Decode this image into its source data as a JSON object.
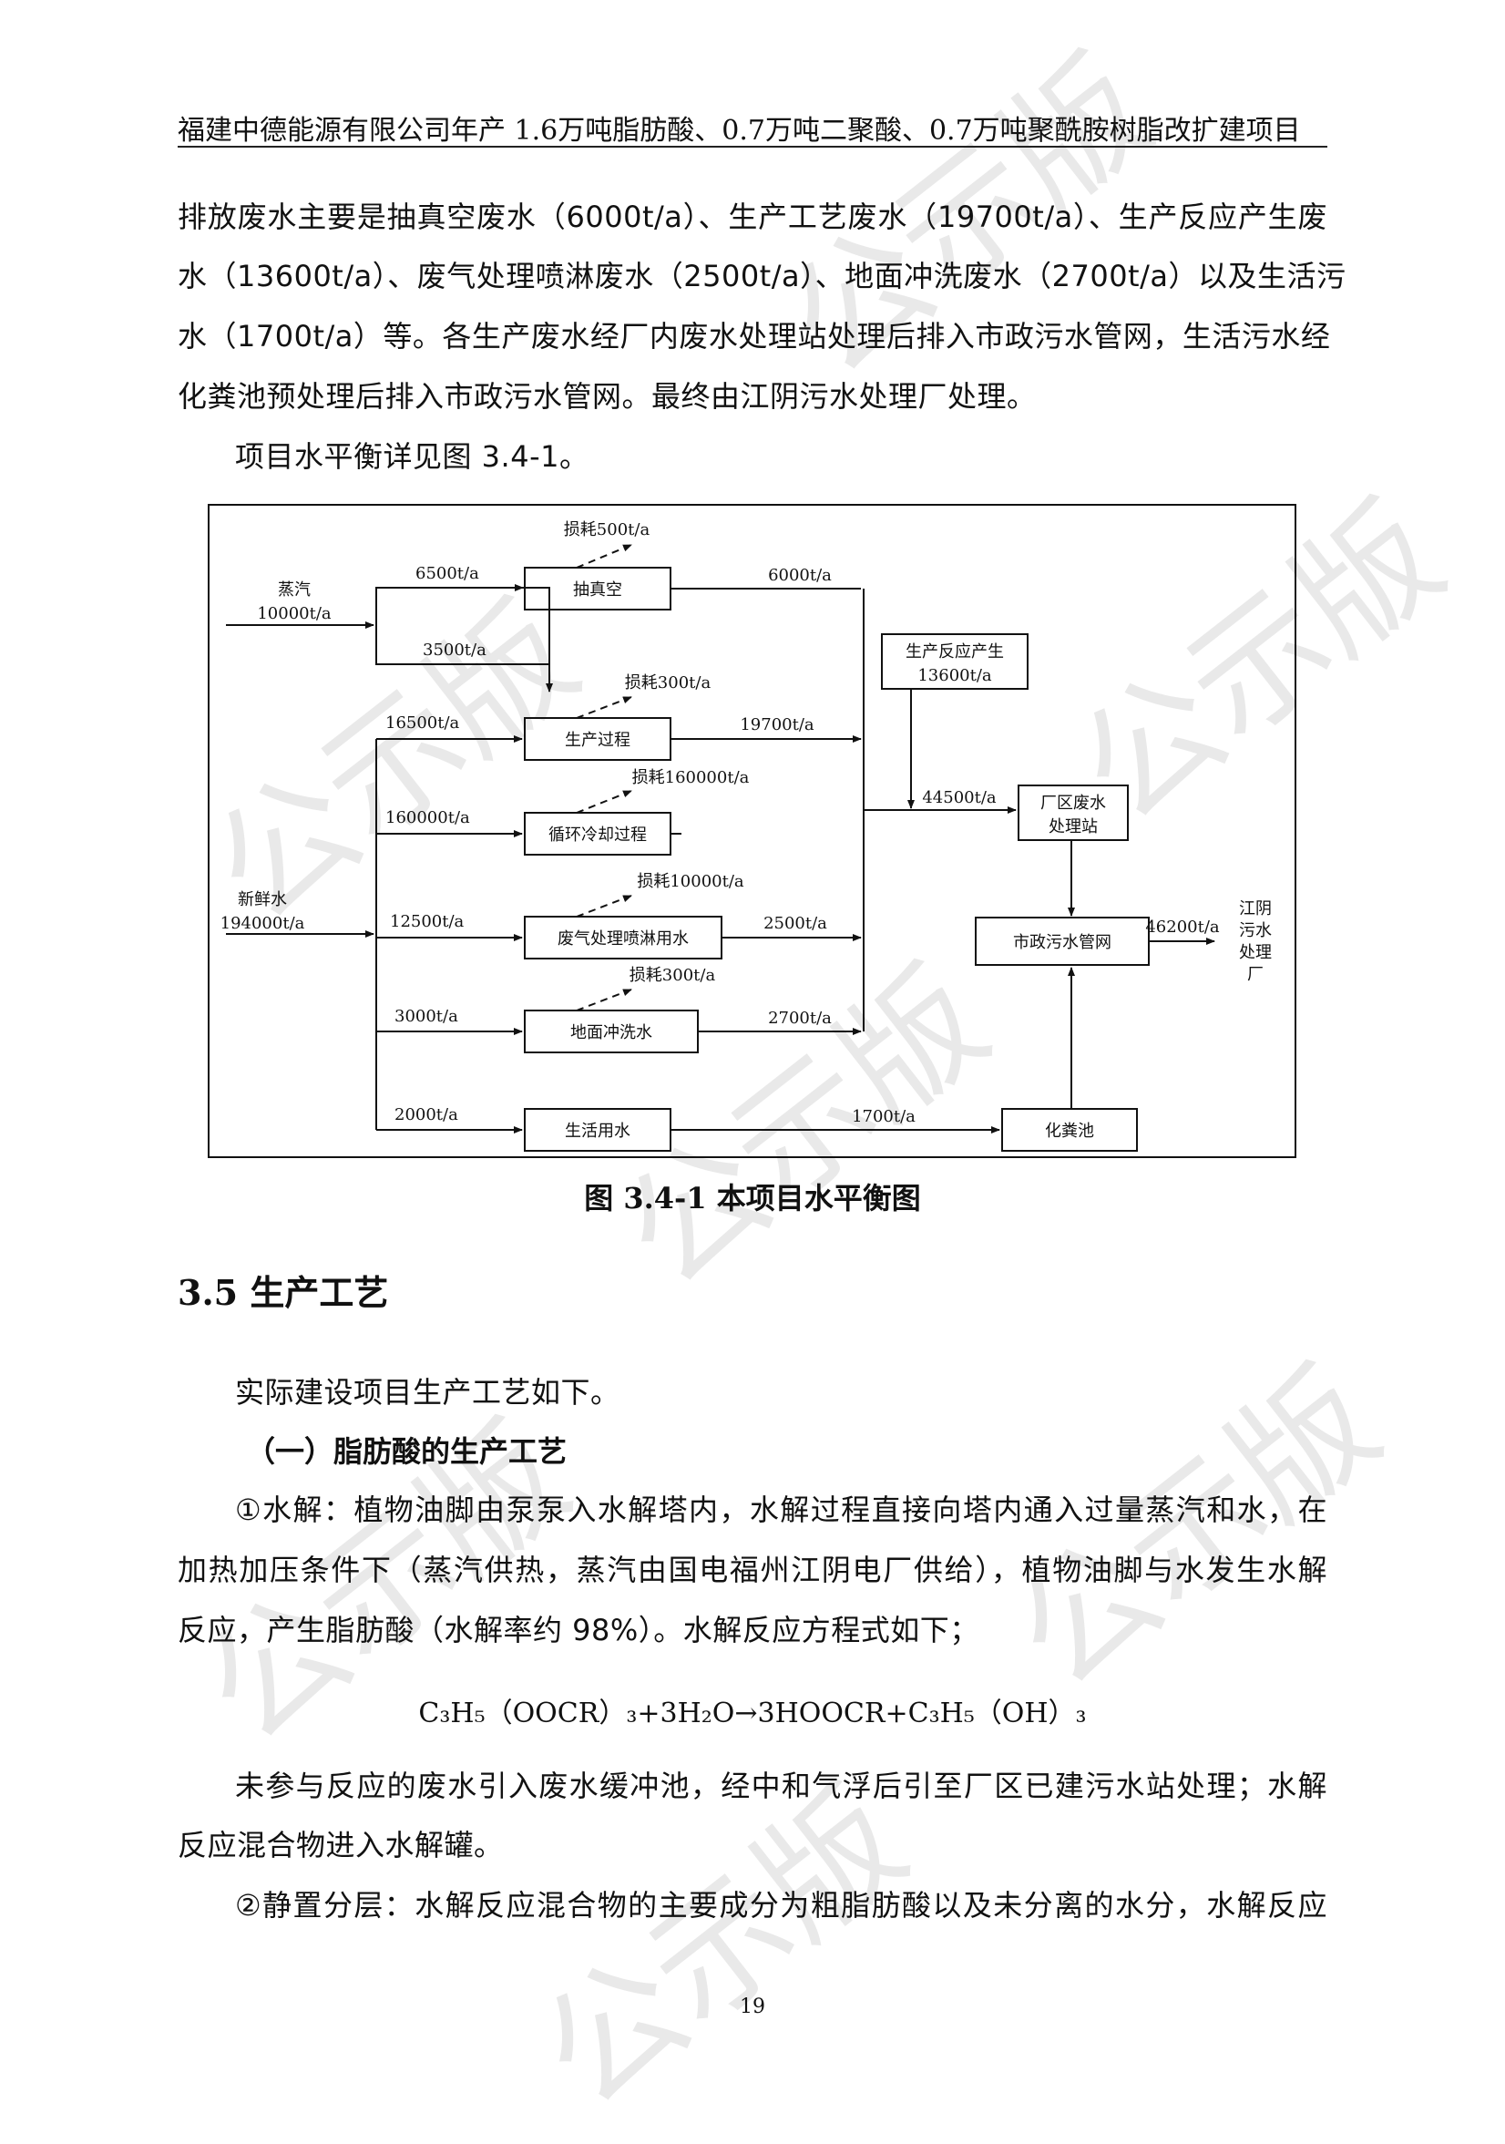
{
  "header": {
    "title": "福建中德能源有限公司年产 1.6万吨脂肪酸、0.7万吨二聚酸、0.7万吨聚酰胺树脂改扩建项目"
  },
  "intro_lines": [
    "排放废水主要是抽真空废水（6000t/a）、生产工艺废水（19700t/a）、生产反应产生废",
    "水（13600t/a）、废气处理喷淋废水（2500t/a）、地面冲洗废水（2700t/a）以及生活污",
    "水（1700t/a）等。各生产废水经厂内废水处理站处理后排入市政污水管网，生活污水经",
    "化粪池预处理后排入市政污水管网。最终由江阴污水处理厂处理。"
  ],
  "ref_line": "项目水平衡详见图 3.4-1。",
  "diagram": {
    "steam_label": "蒸汽",
    "steam_amount": "10000t/a",
    "fresh_label": "新鲜水",
    "fresh_amount": "194000t/a",
    "vacuum_box": "抽真空",
    "process_box": "生产过程",
    "cooling_box": "循环冷却过程",
    "spray_box": "废气处理喷淋用水",
    "floor_box": "地面冲洗水",
    "domestic_box": "生活用水",
    "reaction_box_l1": "生产反应产生",
    "reaction_box_l2": "13600t/a",
    "wwtp_l1": "厂区废水",
    "wwtp_l2": "处理站",
    "sewer_box": "市政污水管网",
    "septic_box": "化粪池",
    "jiangyin_l1": "江阴",
    "jiangyin_l2": "污水",
    "jiangyin_l3": "处理",
    "jiangyin_l4": "厂",
    "to_vacuum": "6500t/a",
    "to_process_steam": "3500t/a",
    "to_process_water": "16500t/a",
    "to_cooling": "160000t/a",
    "to_spray": "12500t/a",
    "to_floor": "3000t/a",
    "to_domestic": "2000t/a",
    "vacuum_out": "6000t/a",
    "process_out": "19700t/a",
    "spray_out": "2500t/a",
    "floor_out": "2700t/a",
    "domestic_out": "1700t/a",
    "to_wwtp": "44500t/a",
    "to_jiangyin": "46200t/a",
    "loss_vacuum": "损耗500t/a",
    "loss_process": "损耗300t/a",
    "loss_cooling": "损耗160000t/a",
    "loss_spray": "损耗10000t/a",
    "loss_floor": "损耗300t/a"
  },
  "figure_caption": "图 3.4-1  本项目水平衡图",
  "section_title": "3.5  生产工艺",
  "section_intro": "实际建设项目生产工艺如下。",
  "subheading": "（一）脂肪酸的生产工艺",
  "para1_lines": [
    "①水解：植物油脚由泵泵入水解塔内，水解过程直接向塔内通入过量蒸汽和水，在",
    "加热加压条件下（蒸汽供热，蒸汽由国电福州江阴电厂供给），植物油脚与水发生水解",
    "反应，产生脂肪酸（水解率约 98%）。水解反应方程式如下；"
  ],
  "equation": "C₃H₅（OOCR）₃+3H₂O→3HOOCR+C₃H₅（OH）₃",
  "para2_lines": [
    "未参与反应的废水引入废水缓冲池，经中和气浮后引至厂区已建污水站处理；水解",
    "反应混合物进入水解罐。"
  ],
  "para3_line": "②静置分层：水解反应混合物的主要成分为粗脂肪酸以及未分离的水分，水解反应",
  "page_number": "19",
  "watermark": "公示版"
}
